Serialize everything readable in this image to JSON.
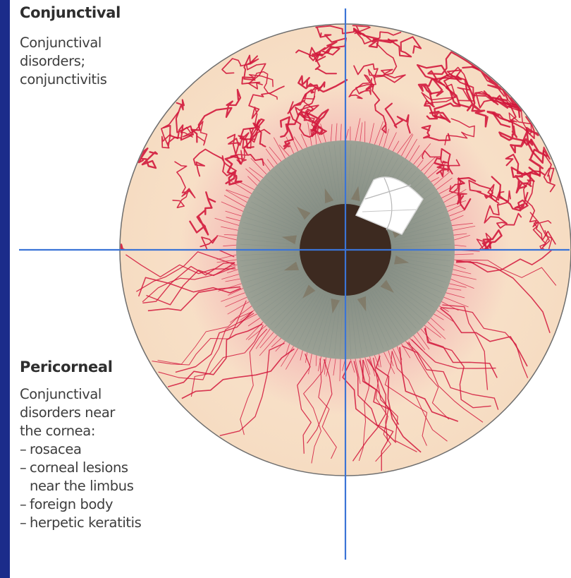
{
  "colors": {
    "frame_bar": "#1b2c8a",
    "sclera": "#f9e2cb",
    "vessel": "#d2183c",
    "iris": "#8f958b",
    "pupil": "#3d2a20",
    "axis_line": "#3b74d6"
  },
  "conjunctival": {
    "heading": "Conjunctival",
    "description_lines": [
      "Conjunctival",
      "disorders;",
      "conjunctivitis"
    ]
  },
  "pericorneal": {
    "heading": "Pericorneal",
    "description_lines": [
      "Conjunctival",
      "disorders near",
      "the cornea:"
    ],
    "causes": [
      {
        "dash": "–",
        "lines": [
          "rosacea"
        ]
      },
      {
        "dash": "–",
        "lines": [
          "corneal lesions",
          "near the limbus"
        ]
      },
      {
        "dash": "–",
        "lines": [
          "foreign body"
        ]
      },
      {
        "dash": "–",
        "lines": [
          "herpetic keratitis"
        ]
      }
    ]
  }
}
